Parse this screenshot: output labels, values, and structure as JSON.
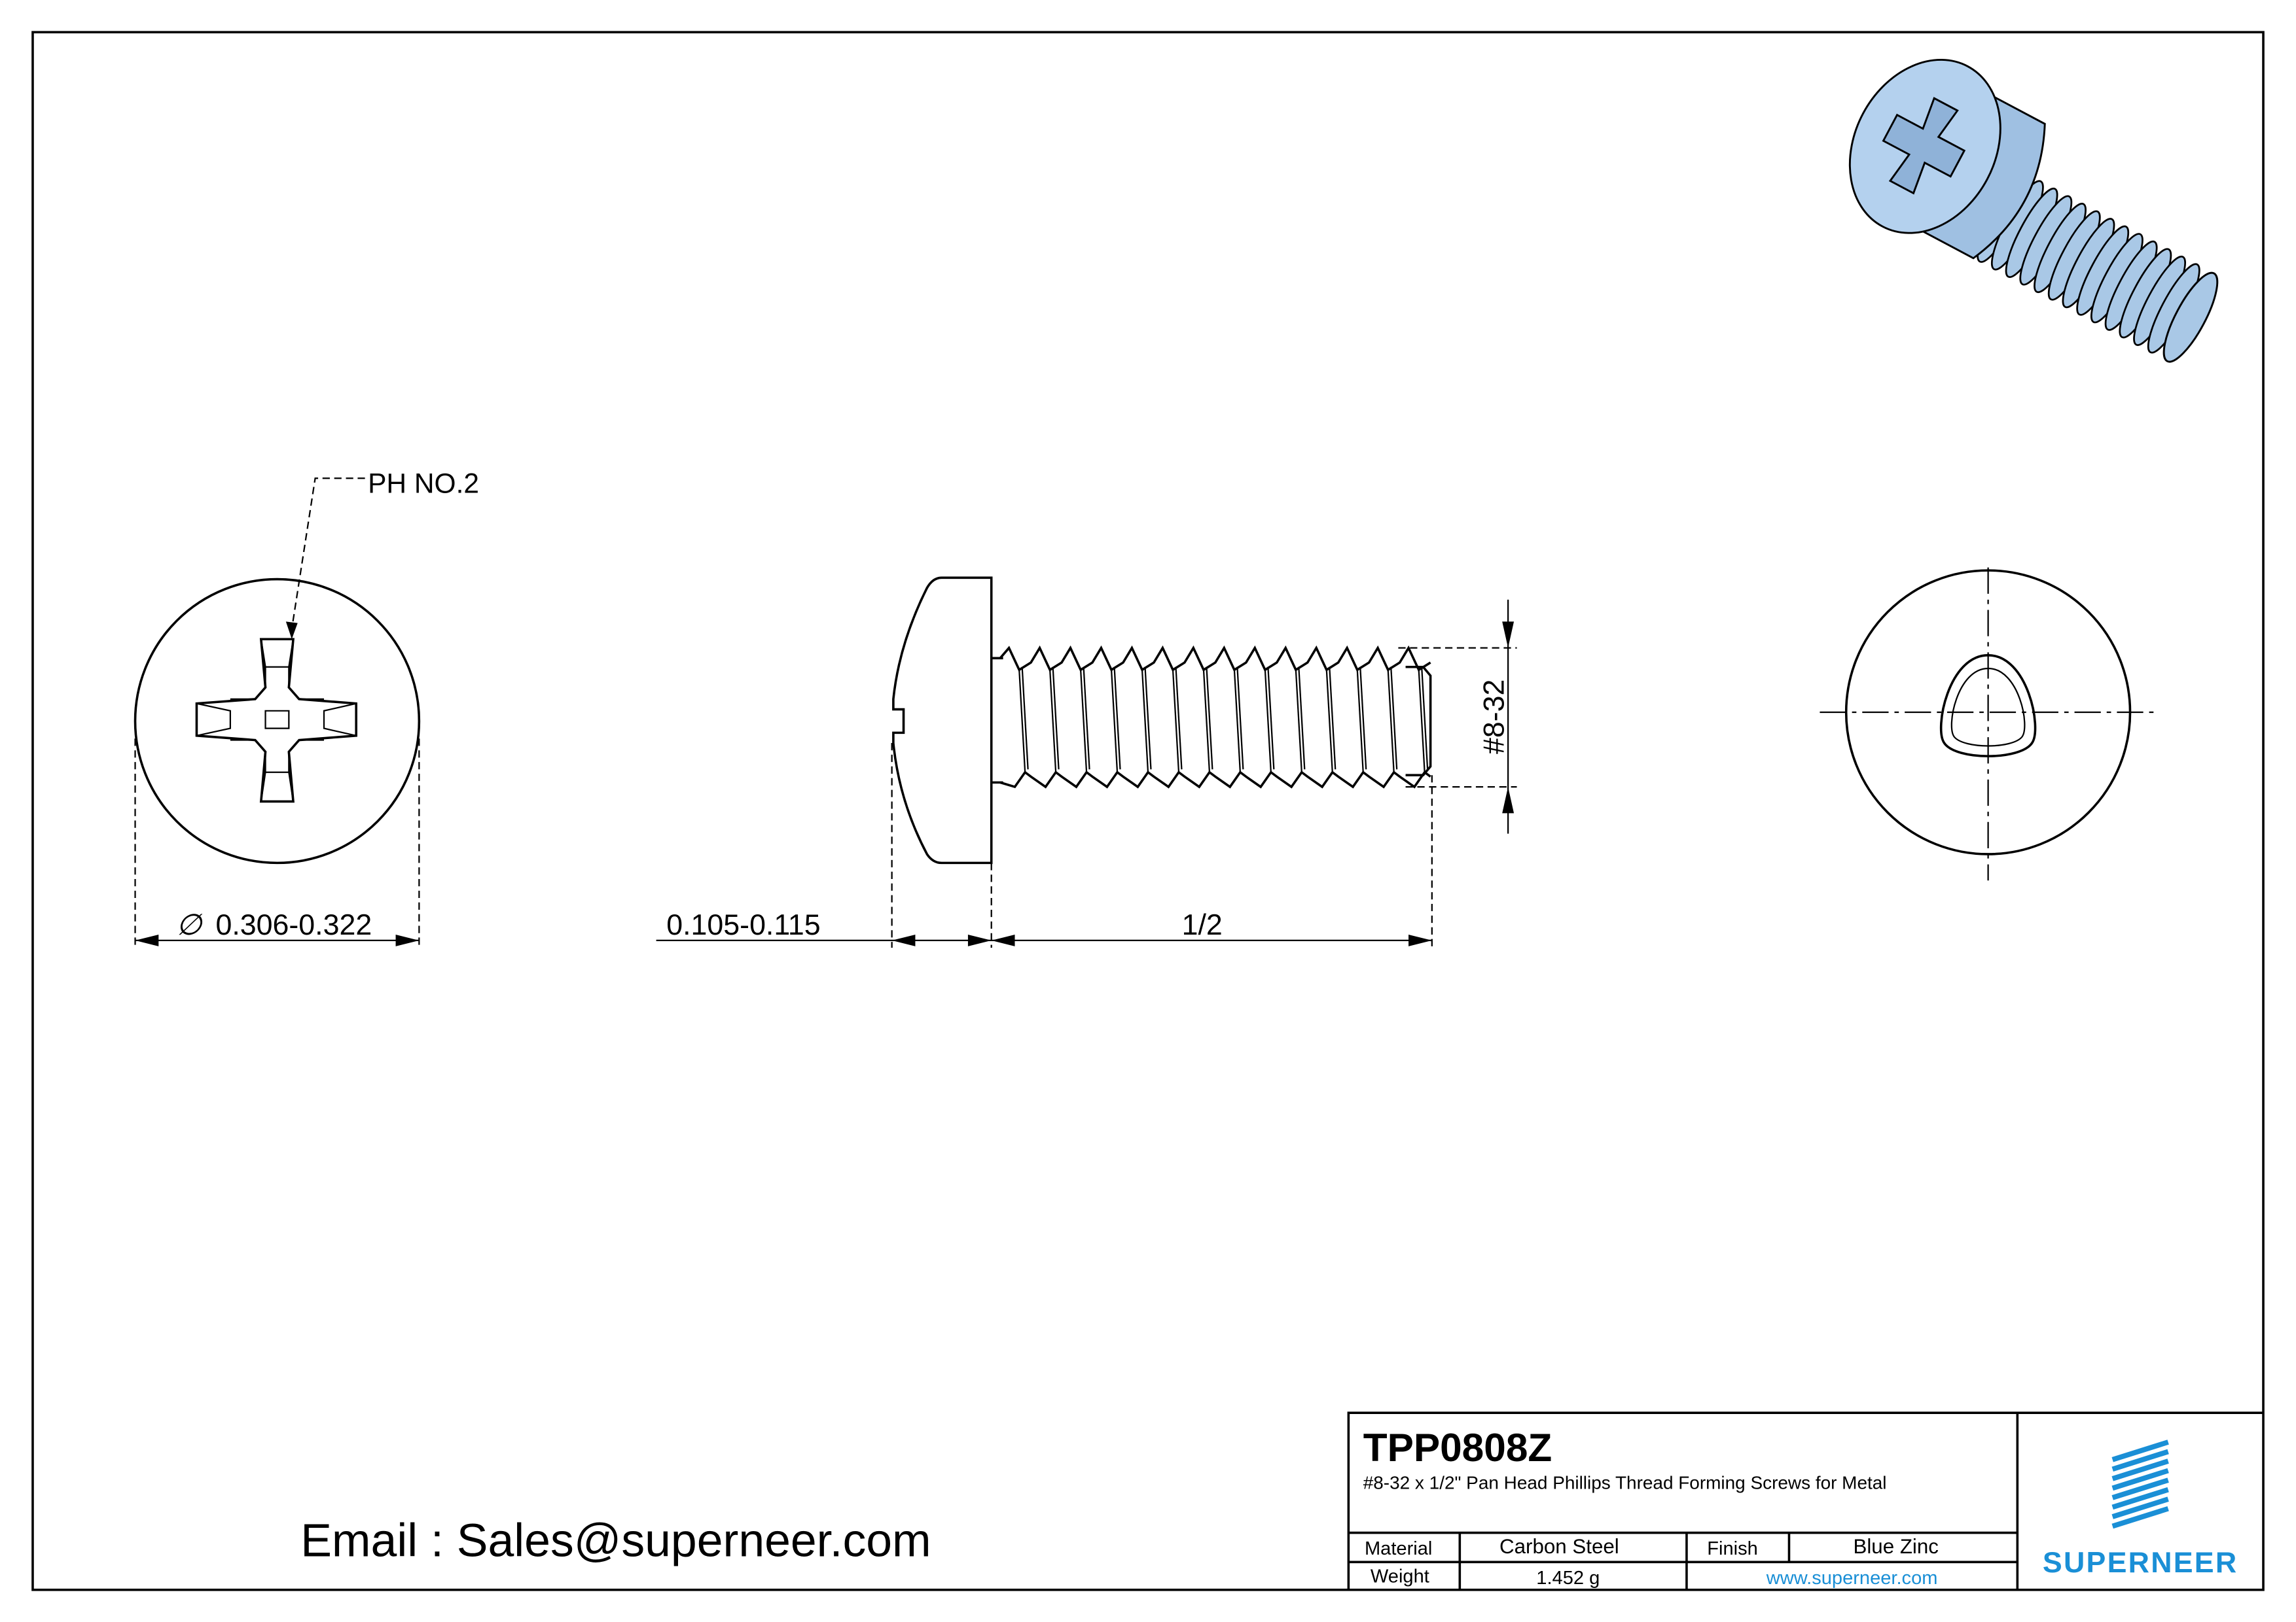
{
  "drawing": {
    "callout_recess": "PH NO.2",
    "dim_head_diameter": "0.306-0.322",
    "diameter_symbol": "∅",
    "dim_head_height": "0.105-0.115",
    "dim_length": "1/2",
    "dim_thread": "#8-32",
    "email": "Email : Sales@superneer.com"
  },
  "title_block": {
    "part_number": "TPP0808Z",
    "description": "#8-32 x 1/2\" Pan Head Phillips Thread Forming Screws for Metal",
    "material_label": "Material",
    "material_value": "Carbon Steel",
    "finish_label": "Finish",
    "finish_value": "Blue Zinc",
    "weight_label": "Weight",
    "weight_value": "1.452 g",
    "website": "www.superneer.com",
    "logo_text": "SUPERNEER"
  },
  "colors": {
    "brand_blue": "#1a8fd6",
    "screw_blue": "#a9c8e6"
  }
}
